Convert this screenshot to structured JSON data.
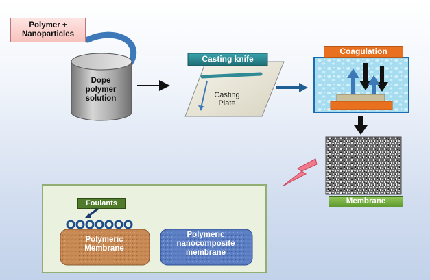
{
  "labels": {
    "polymer_nanoparticles": [
      "Polymer +",
      "Nanoparticles"
    ],
    "dope_solution": [
      "Dope",
      "polymer",
      "solution"
    ],
    "casting_knife": "Casting knife",
    "casting_plate": [
      "Casting",
      "Plate"
    ],
    "coagulation": "Coagulation",
    "membrane": "Membrane",
    "foulants": "Foulants",
    "polymeric_membrane": [
      "Polymeric",
      "Membrane"
    ],
    "polymeric_nanocomposite_membrane": [
      "Polymeric",
      "nanocomposite",
      "membrane"
    ]
  },
  "colors": {
    "cylinder": "#9a9a9a",
    "curved_arrow": "#3d78b8",
    "casting_knife_bar": "#2f8a95",
    "coagulation_bath": "#9fd7ee",
    "coagulation_label": "#e8701e",
    "membrane_label": "#6aa83a",
    "foulants_label": "#4f7b2a",
    "panel_border": "#7fa05a",
    "panel_bg": "#eaf2df",
    "polymeric_membrane_fill": "#c98a55",
    "nanocomposite_fill": "#5d7fc4",
    "lightning": "#f07a8c"
  },
  "icons": [
    "curved-arrow-icon",
    "lightning-bolt-icon",
    "down-arrow-icon",
    "up-arrow-icon",
    "right-arrow-icon"
  ]
}
